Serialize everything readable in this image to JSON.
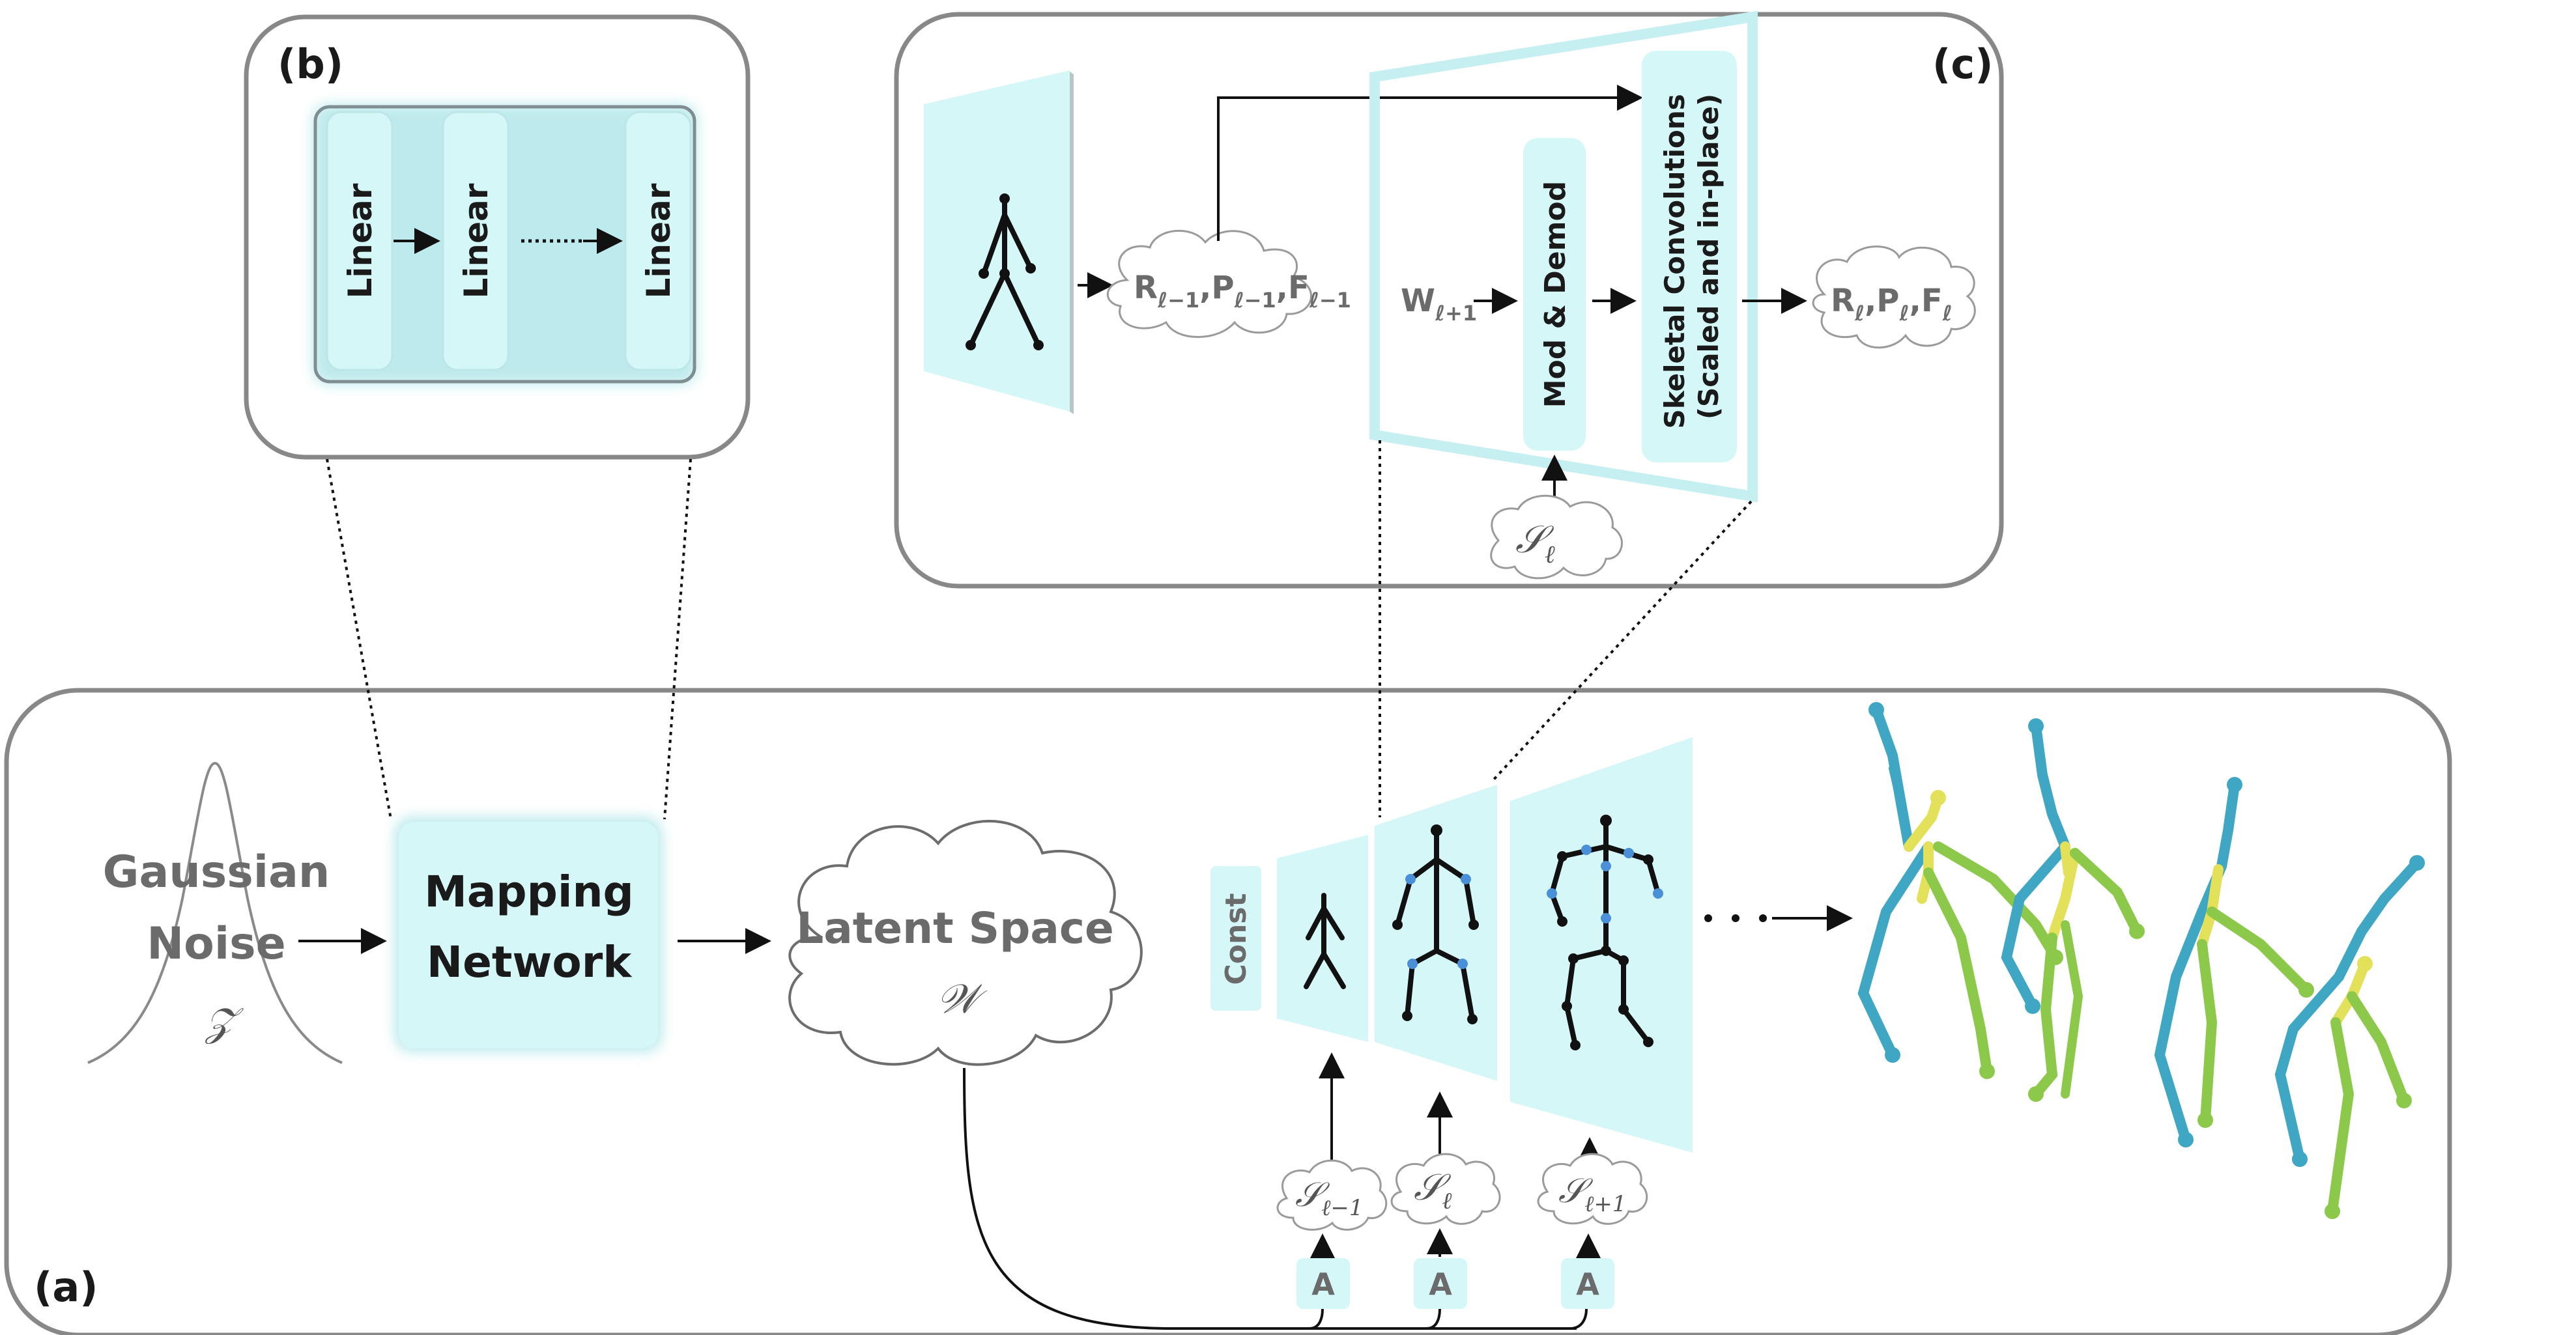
{
  "panels": {
    "a": "(a)",
    "b": "(b)",
    "c": "(c)"
  },
  "panel_b": {
    "linear_1": "Linear",
    "linear_2": "Linear",
    "linear_3": "Linear"
  },
  "panel_a": {
    "noise_line1": "Gaussian",
    "noise_line2": "Noise",
    "noise_symbol": "𝒵",
    "mapping_line1": "Mapping",
    "mapping_line2": "Network",
    "latent_line1": "Latent Space",
    "latent_symbol": "𝒲",
    "const": "Const",
    "style_sym": "𝒮",
    "style_sub_1": "ℓ−1",
    "style_sub_2": "ℓ",
    "style_sub_3": "ℓ+1",
    "affine_1": "A",
    "affine_2": "A",
    "affine_3": "A"
  },
  "panel_c": {
    "in_R": "R",
    "in_P": "P",
    "in_F": "F",
    "in_sub": "ℓ−1",
    "comma": ",",
    "w_label": "W",
    "w_sub": "ℓ+1",
    "mod_demod": "Mod & Demod",
    "skel_line1": "Skeletal Convolutions",
    "skel_line2": "(Scaled and in-place)",
    "out_R": "R",
    "out_P": "P",
    "out_F": "F",
    "out_sub": "ℓ",
    "style_sym": "𝒮",
    "style_sub": "ℓ"
  },
  "colors": {
    "box_fill": "#d6f7f8",
    "box_glow": "#a8e3e6",
    "panel_border": "#888888",
    "joint_blue": "#4a90d9",
    "char_blue": "#3fa7c3",
    "char_green": "#8cc94a",
    "char_yellow": "#e3e05a"
  }
}
